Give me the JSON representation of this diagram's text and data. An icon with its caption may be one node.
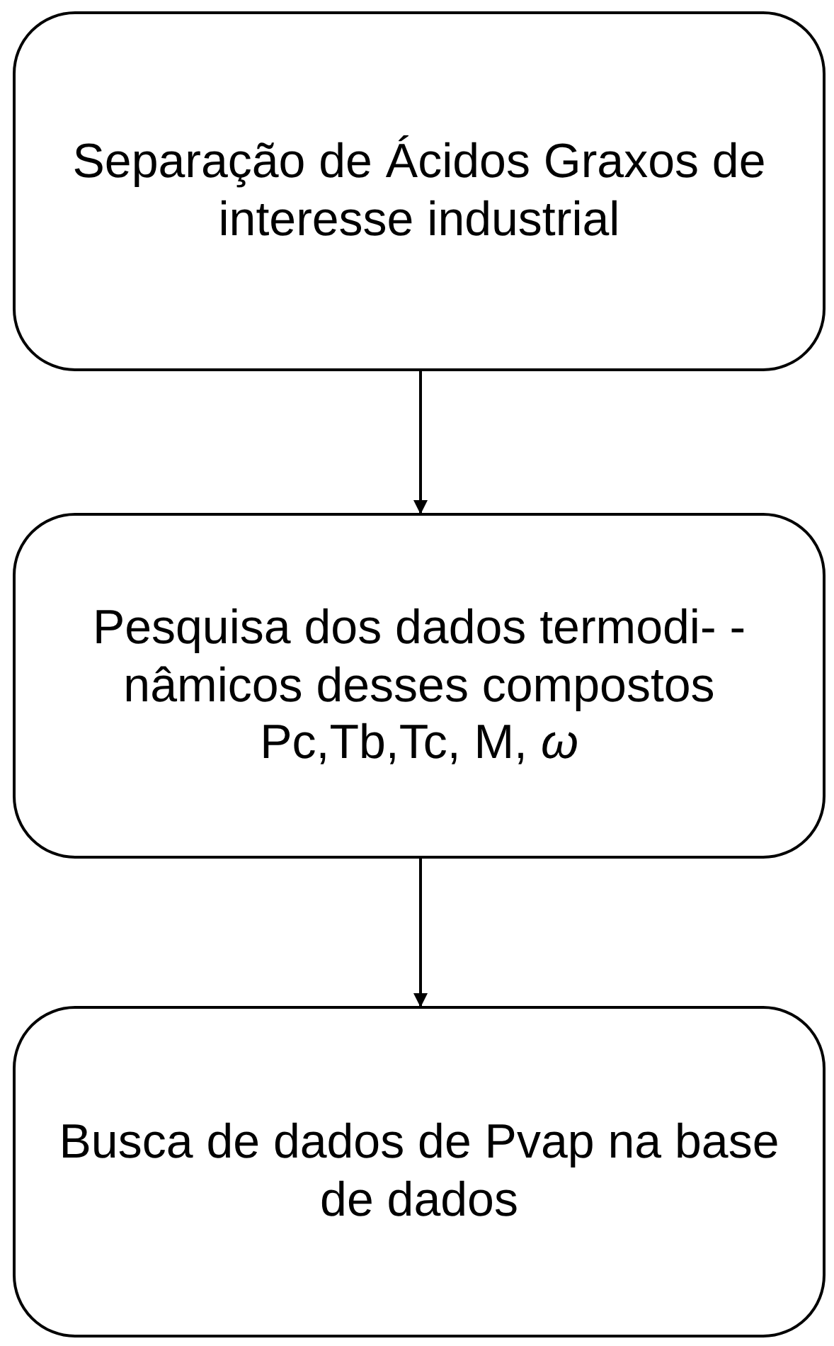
{
  "diagram": {
    "nodes": [
      {
        "text": [
          "Separação de Ácidos Graxos de interesse industrial"
        ]
      },
      {
        "text": [
          "Pesquisa dos dados termodi- -nâmicos desses compostos",
          "Pc,Tb,Tc, M, *ω*"
        ]
      },
      {
        "text": [
          "Busca de dados de Pvap na base de dados"
        ]
      }
    ],
    "edges": [
      {
        "from": 0,
        "to": 1,
        "arrow": "to"
      },
      {
        "from": 1,
        "to": 2,
        "arrow": "to"
      }
    ]
  }
}
